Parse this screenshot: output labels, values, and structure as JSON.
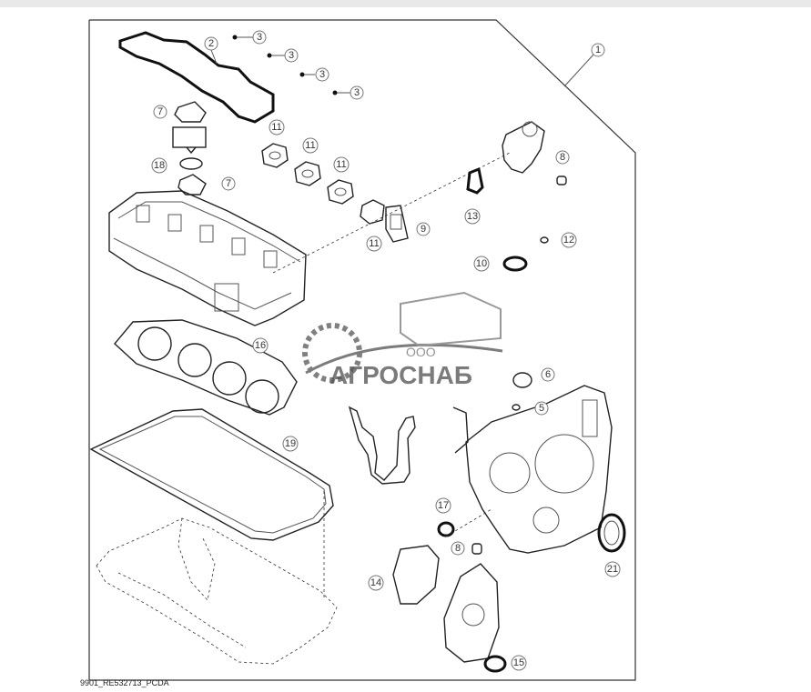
{
  "diagram": {
    "callouts": [
      {
        "id": "c1",
        "label": "1"
      },
      {
        "id": "c2",
        "label": "2"
      },
      {
        "id": "c3a",
        "label": "3"
      },
      {
        "id": "c3b",
        "label": "3"
      },
      {
        "id": "c3c",
        "label": "3"
      },
      {
        "id": "c3d",
        "label": "3"
      },
      {
        "id": "c7a",
        "label": "7"
      },
      {
        "id": "c7b",
        "label": "7"
      },
      {
        "id": "c18",
        "label": "18"
      },
      {
        "id": "c11a",
        "label": "11"
      },
      {
        "id": "c11b",
        "label": "11"
      },
      {
        "id": "c11c",
        "label": "11"
      },
      {
        "id": "c11d",
        "label": "11"
      },
      {
        "id": "c9",
        "label": "9"
      },
      {
        "id": "c8a",
        "label": "8"
      },
      {
        "id": "c13",
        "label": "13"
      },
      {
        "id": "c12",
        "label": "12"
      },
      {
        "id": "c10",
        "label": "10"
      },
      {
        "id": "c16",
        "label": "16"
      },
      {
        "id": "c6",
        "label": "6"
      },
      {
        "id": "c5",
        "label": "5"
      },
      {
        "id": "c19",
        "label": "19"
      },
      {
        "id": "c17",
        "label": "17"
      },
      {
        "id": "c8b",
        "label": "8"
      },
      {
        "id": "c14",
        "label": "14"
      },
      {
        "id": "c21",
        "label": "21"
      },
      {
        "id": "c15",
        "label": "15"
      }
    ],
    "footer_code": "9901_RE532713_PCDA"
  },
  "watermark": {
    "brand": "АГРОСНАБ",
    "prefix": "ООО"
  }
}
